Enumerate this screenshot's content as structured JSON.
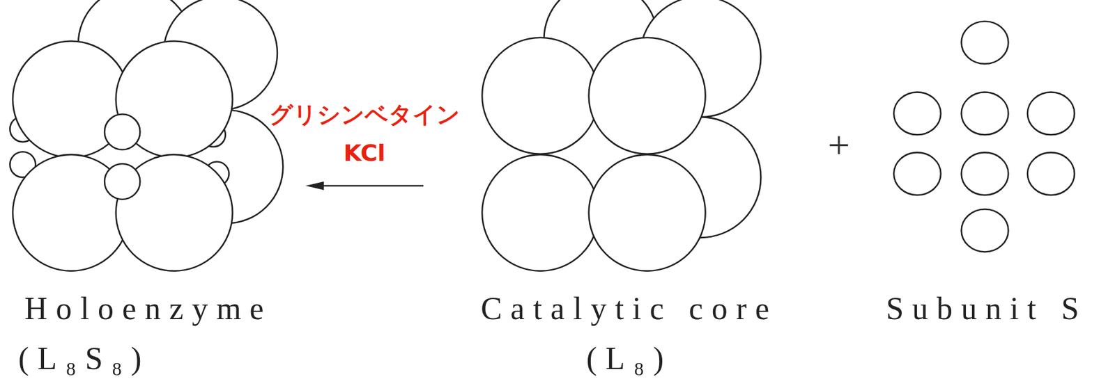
{
  "diagram": {
    "nodes": [
      {
        "text": [
          "Holoenzyme",
          "(L₈S₈)"
        ]
      },
      {
        "text": [
          "Catalytic core",
          "(L₈)"
        ]
      },
      {
        "text": [
          "Subunit S"
        ]
      }
    ],
    "edges": [
      {
        "from": 1,
        "to": 0,
        "arrow": "to",
        "label": "グリシンベタイン KCl"
      }
    ],
    "labels": [
      "+"
    ]
  }
}
